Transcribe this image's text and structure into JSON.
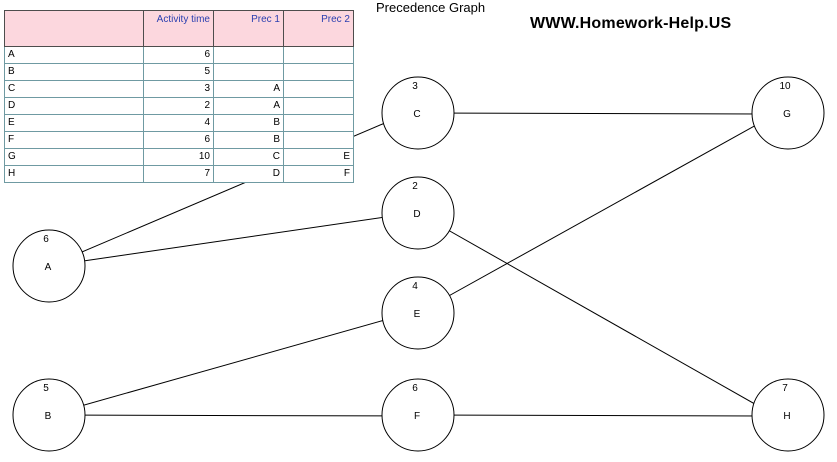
{
  "title": "Precedence Graph",
  "watermark": "WWW.Homework-Help.US",
  "table": {
    "headers": [
      "",
      "Activity time",
      "Prec 1",
      "Prec 2"
    ],
    "rows": [
      [
        "A",
        "6",
        "",
        ""
      ],
      [
        "B",
        "5",
        "",
        ""
      ],
      [
        "C",
        "3",
        "A",
        ""
      ],
      [
        "D",
        "2",
        "A",
        ""
      ],
      [
        "E",
        "4",
        "B",
        ""
      ],
      [
        "F",
        "6",
        "B",
        ""
      ],
      [
        "G",
        "10",
        "C",
        "E"
      ],
      [
        "H",
        "7",
        "D",
        "F"
      ]
    ]
  },
  "graph": {
    "nodes": [
      {
        "id": "A",
        "time": "6"
      },
      {
        "id": "B",
        "time": "5"
      },
      {
        "id": "C",
        "time": "3"
      },
      {
        "id": "D",
        "time": "2"
      },
      {
        "id": "E",
        "time": "4"
      },
      {
        "id": "F",
        "time": "6"
      },
      {
        "id": "G",
        "time": "10"
      },
      {
        "id": "H",
        "time": "7"
      }
    ],
    "edges": [
      {
        "from": "A",
        "to": "C"
      },
      {
        "from": "A",
        "to": "D"
      },
      {
        "from": "B",
        "to": "E"
      },
      {
        "from": "B",
        "to": "F"
      },
      {
        "from": "C",
        "to": "G"
      },
      {
        "from": "E",
        "to": "G"
      },
      {
        "from": "D",
        "to": "H"
      },
      {
        "from": "F",
        "to": "H"
      }
    ]
  }
}
